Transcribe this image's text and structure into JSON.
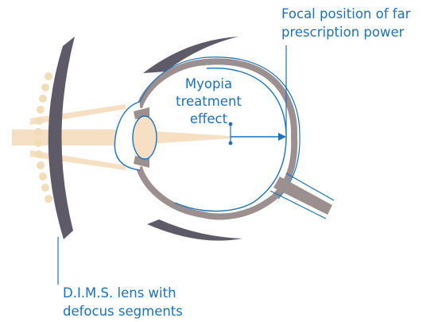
{
  "labels": {
    "focal_line1": "Focal position of far",
    "focal_line2": "prescription power",
    "myopia_line1": "Myopia",
    "myopia_line2": "treatment",
    "myopia_line3": "effect",
    "dims_line1": "D.I.M.S. lens with",
    "dims_line2": "defocus segments"
  },
  "colors": {
    "annotation_blue": "#1d71b8",
    "lens_gray": "#5e5a67",
    "eye_wall_taupe": "#9b8f8f",
    "light_beam": "#f6dfc2",
    "dims_segment": "#f1deb9"
  }
}
